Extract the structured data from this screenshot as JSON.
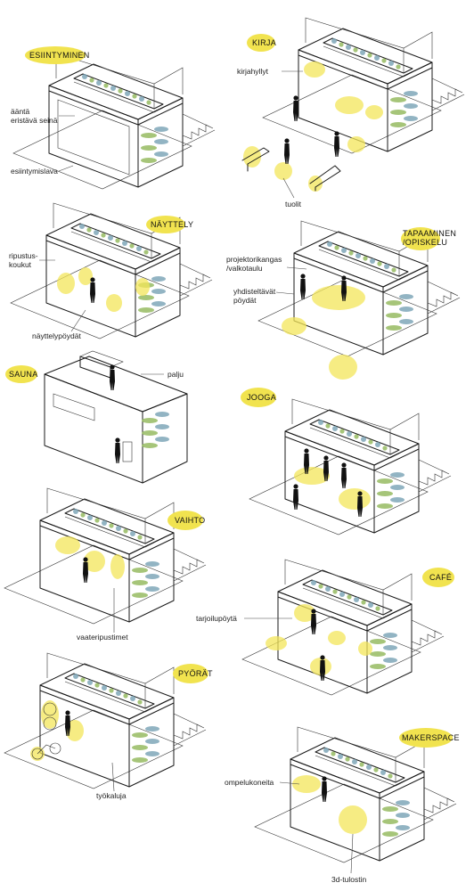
{
  "colors": {
    "highlight": "#f1e34f",
    "ink": "#1a1a1a",
    "plant_blue": "#7fa7b8",
    "plant_green": "#9cbf6a"
  },
  "panels": {
    "esiintyminen": {
      "title": "ESIINTYMINEN",
      "labels": [
        "ääntä\neristävä seinä",
        "esiintymislava"
      ]
    },
    "kirja": {
      "title": "KIRJA",
      "labels": [
        "kirjahyllyt",
        "tuolit"
      ]
    },
    "nayttely": {
      "title": "NÄYTTELY",
      "labels": [
        "ripustus-\nkoukut",
        "näyttelypöydät"
      ]
    },
    "tapaaminen": {
      "title": "TAPAAMINEN\n/OPISKELU",
      "labels": [
        "projektorikangas\n/valkotaulu",
        "yhdisteltävät\npöydät"
      ]
    },
    "sauna": {
      "title": "SAUNA",
      "labels": [
        "palju"
      ]
    },
    "jooga": {
      "title": "JOOGA",
      "labels": []
    },
    "vaihto": {
      "title": "VAIHTO",
      "labels": [
        "vaateripustimet"
      ]
    },
    "cafe": {
      "title": "CAFÉ",
      "labels": [
        "tarjoilupöytä"
      ]
    },
    "pyorat": {
      "title": "PYÖRÄT",
      "labels": [
        "työkaluja"
      ]
    },
    "makerspace": {
      "title": "MAKERSPACE",
      "labels": [
        "ompelukoneita",
        "3d-tulostin"
      ]
    }
  }
}
